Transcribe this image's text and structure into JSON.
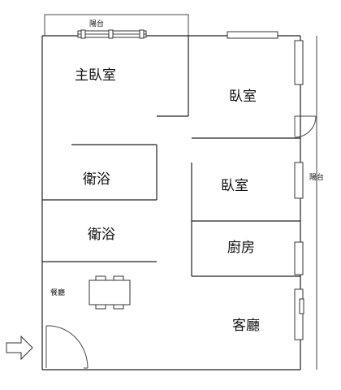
{
  "plan": {
    "labels": {
      "master_bedroom": "主臥室",
      "bedroom_top": "臥室",
      "bedroom_mid": "臥室",
      "bath_upper": "衛浴",
      "bath_lower": "衛浴",
      "kitchen": "廚房",
      "dining": "餐廳",
      "living": "客廳",
      "balcony_top": "陽台",
      "balcony_right": "陽台"
    },
    "icons": {
      "entrance": "entrance-arrow-icon"
    }
  }
}
